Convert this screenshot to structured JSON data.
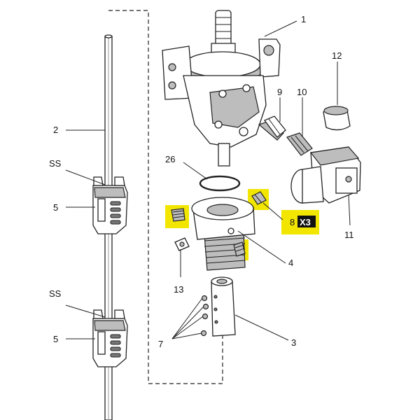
{
  "callouts": {
    "c1": "1",
    "c2": "2",
    "c3": "3",
    "c4": "4",
    "c5a": "5",
    "c5b": "5",
    "c7": "7",
    "c8": "8",
    "c8_qty": "X3",
    "c9": "9",
    "c10": "10",
    "c11": "11",
    "c12": "12",
    "c13": "13",
    "c26": "26",
    "ss_a": "SS",
    "ss_b": "SS"
  },
  "colors": {
    "highlight": "#f2e600",
    "ink": "#222222",
    "shade": "#bdbdbd"
  }
}
